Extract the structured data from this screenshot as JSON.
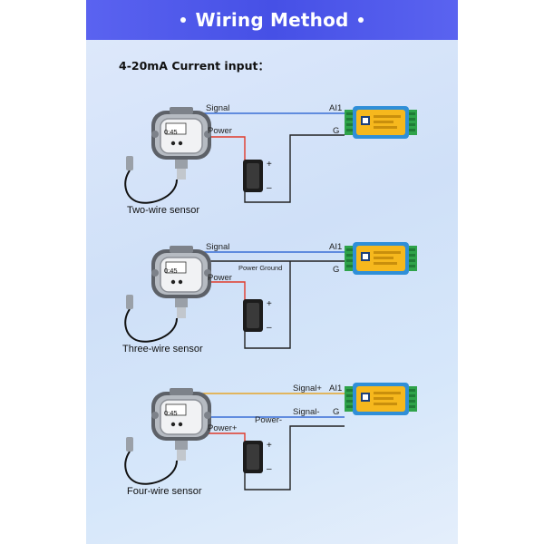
{
  "header": {
    "title": "Wiring Method"
  },
  "subtitle": "4-20mA Current input：",
  "display_value": "0:45",
  "colors": {
    "signal": "#3a6fd6",
    "power": "#e03a2a",
    "ground": "#222222",
    "signal_plus": "#e5a52a",
    "module_blue": "#2f8fd8",
    "module_yellow": "#f6b81d",
    "terminal_green": "#2fa34a"
  },
  "diagrams": [
    {
      "caption": "Two-wire sensor",
      "labels": {
        "signal": "Signal",
        "power": "Power",
        "ai1": "AI1",
        "g": "G",
        "plus": "+",
        "minus": "–"
      }
    },
    {
      "caption": "Three-wire sensor",
      "labels": {
        "signal": "Signal",
        "power_ground": "Power Ground",
        "power": "Power",
        "ai1": "AI1",
        "g": "G",
        "plus": "+",
        "minus": "–"
      }
    },
    {
      "caption": "Four-wire sensor",
      "labels": {
        "signal_plus": "Signal+",
        "signal_minus": "Signal-",
        "power_minus": "Power-",
        "power_plus": "Power+",
        "ai1": "AI1",
        "g": "G",
        "plus": "+",
        "minus": "–"
      }
    }
  ]
}
